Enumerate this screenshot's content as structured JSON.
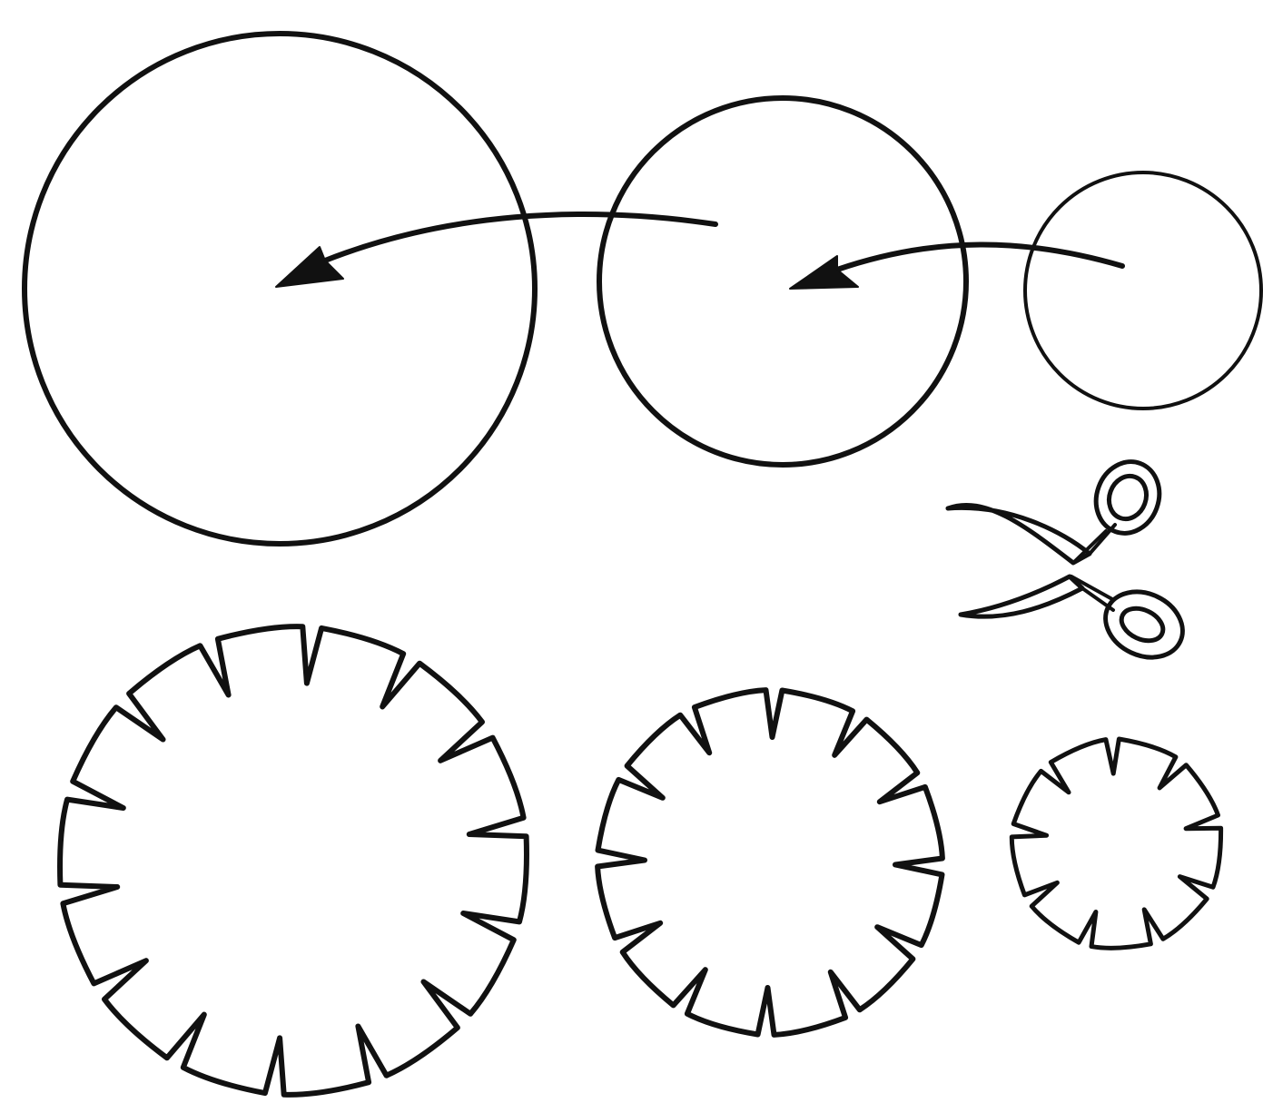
{
  "diagram": {
    "ink_color": "#111111",
    "background_color": "#ffffff",
    "stages": [
      {
        "name": "large-paper-circle"
      },
      {
        "name": "medium-paper-circle"
      },
      {
        "name": "small-paper-circle"
      }
    ],
    "cut_shapes": [
      {
        "name": "large-notched-circle",
        "notches": 14
      },
      {
        "name": "medium-notched-circle",
        "notches": 12
      },
      {
        "name": "small-notched-circle",
        "notches": 9
      }
    ],
    "arrows": [
      {
        "from": "small-paper-circle",
        "to": "medium-paper-circle"
      },
      {
        "from": "medium-paper-circle",
        "to": "large-paper-circle"
      }
    ],
    "icons": [
      {
        "name": "scissors-icon"
      }
    ]
  }
}
